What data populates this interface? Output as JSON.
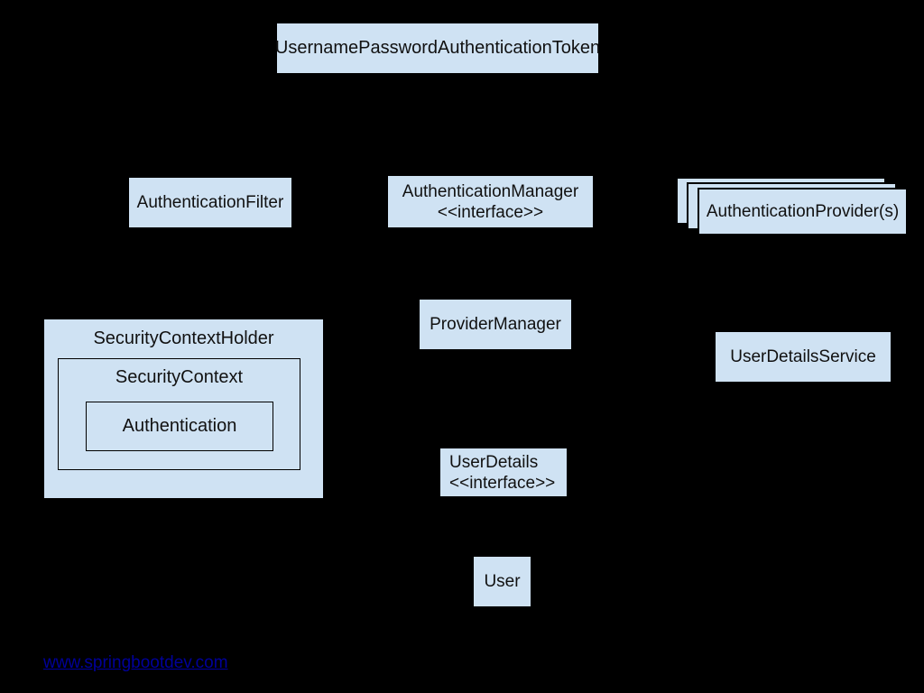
{
  "colors": {
    "background": "#000000",
    "box_fill": "#cfe2f3",
    "inner_border": "#000000",
    "text": "#111111",
    "link": "#00009b"
  },
  "diagram": {
    "nodes": {
      "token": {
        "label": "UsernamePasswordAuthenticationToken"
      },
      "auth_filter": {
        "label": "AuthenticationFilter"
      },
      "auth_manager": {
        "label": "AuthenticationManager",
        "sublabel": "<<interface>>"
      },
      "auth_provider": {
        "label": "AuthenticationProvider(s)",
        "stack_count": 3
      },
      "provider_manager": {
        "label": "ProviderManager"
      },
      "user_details_service": {
        "label": "UserDetailsService"
      },
      "security_context_holder": {
        "label": "SecurityContextHolder"
      },
      "security_context": {
        "label": "SecurityContext"
      },
      "authentication": {
        "label": "Authentication"
      },
      "user_details": {
        "label": "UserDetails",
        "sublabel": "<<interface>>"
      },
      "user": {
        "label": "User"
      }
    },
    "footer_link": "www.springbootdev.com"
  }
}
